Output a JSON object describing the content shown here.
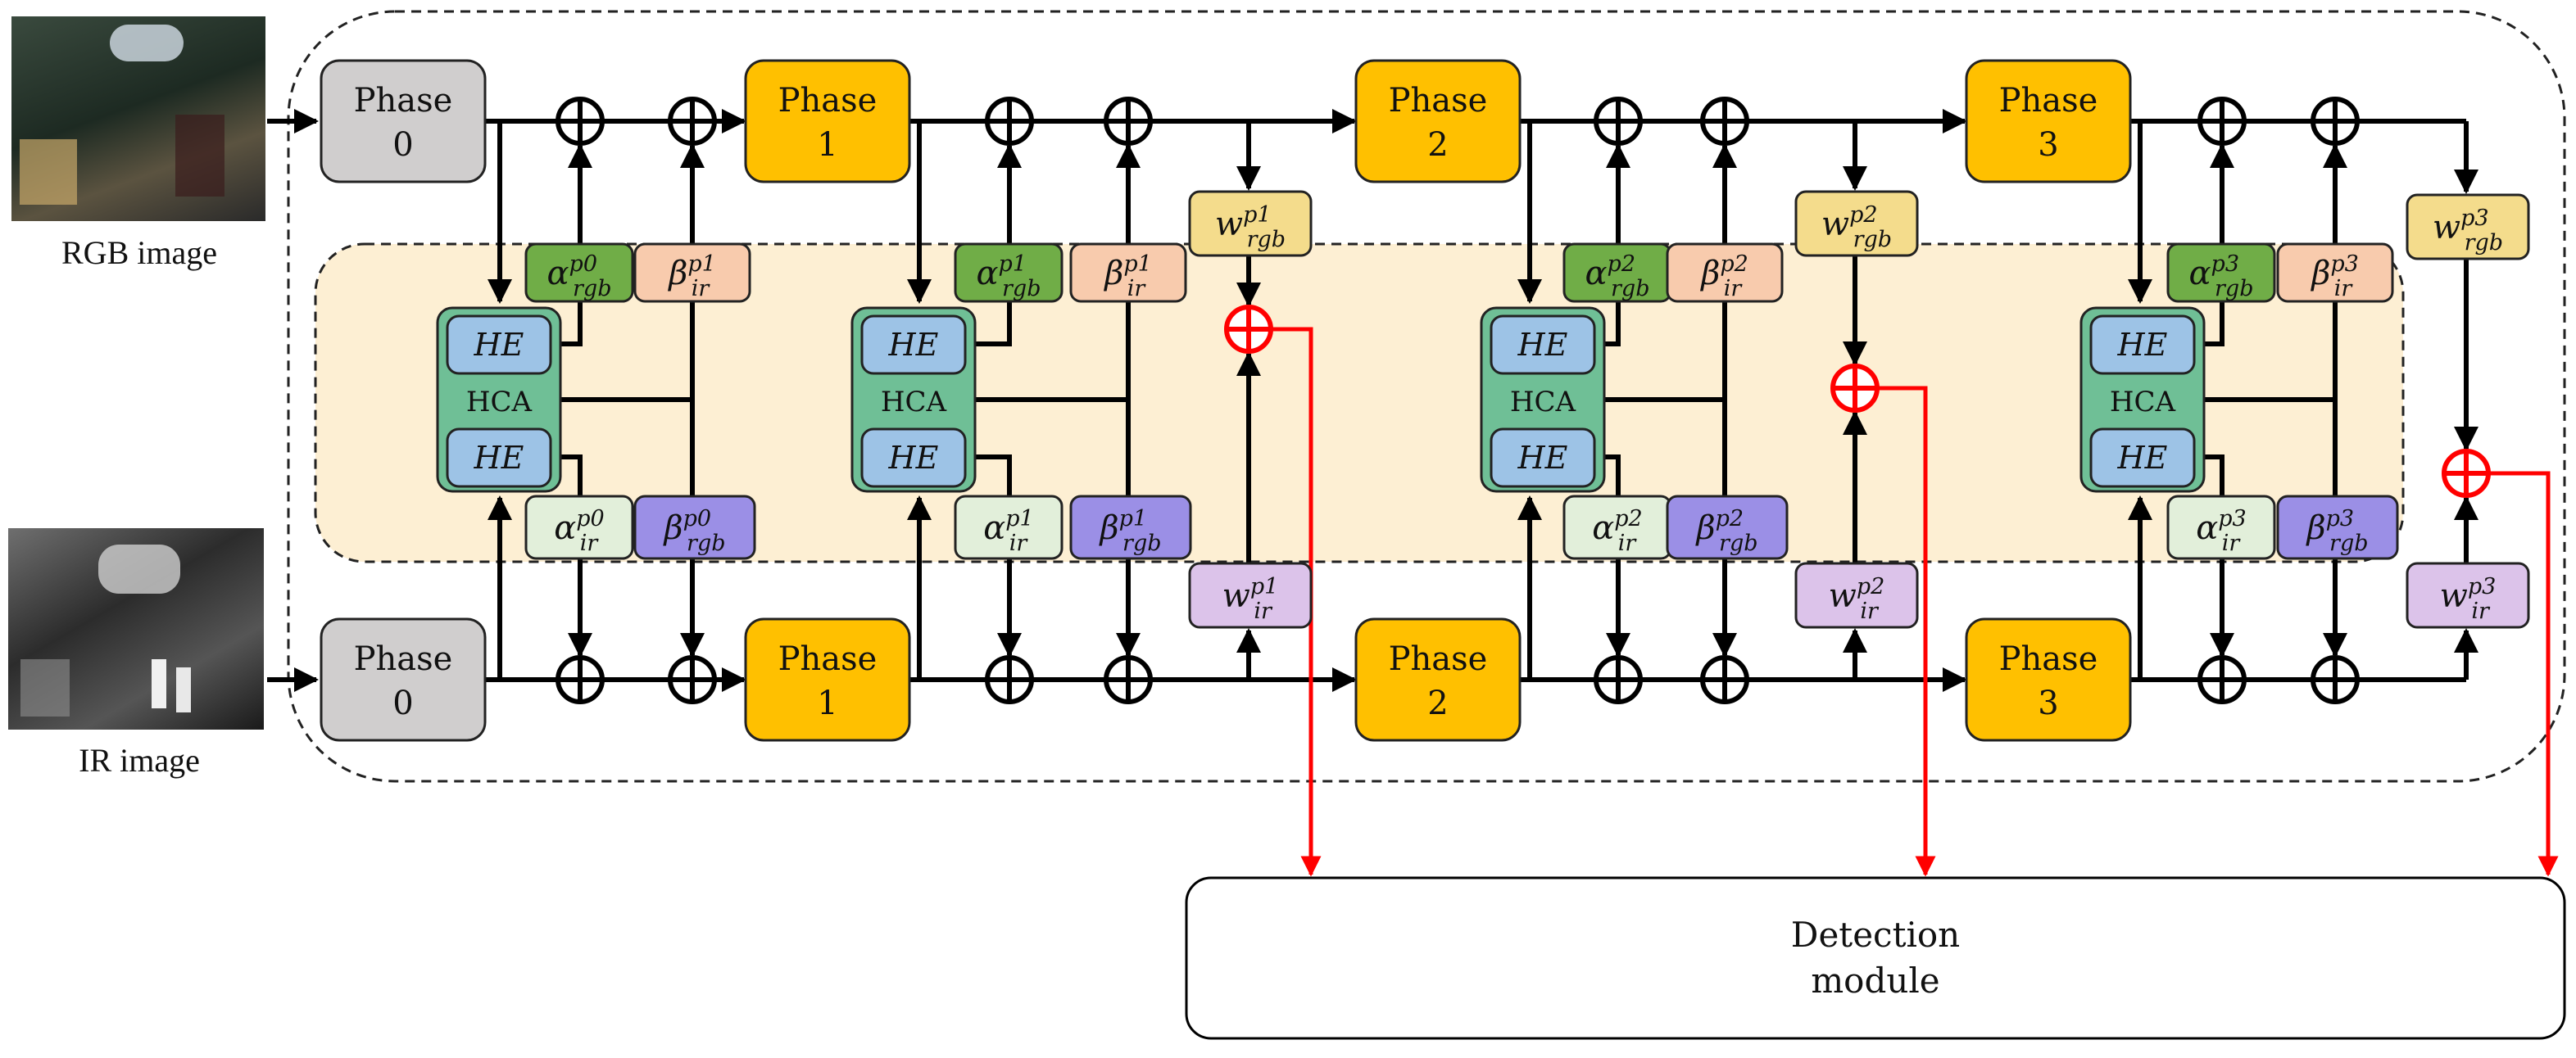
{
  "inputs": {
    "rgb_caption": "RGB image",
    "ir_caption": "IR image"
  },
  "phases": {
    "word": "Phase",
    "p0": "0",
    "p1": "1",
    "p2": "2",
    "p3": "3"
  },
  "hca": {
    "label": "HCA",
    "he": "HE"
  },
  "coefficients": {
    "alpha": "α",
    "beta": "β",
    "w": "w",
    "rgb": "rgb",
    "ir": "ir",
    "p0": "p0",
    "p1": "p1",
    "p2": "p2",
    "p3": "p3"
  },
  "detection": {
    "line1": "Detection",
    "line2": "module"
  },
  "colors": {
    "phase0": "#d0cece",
    "phase_n": "#ffc000",
    "hca_band": "#fdefd3",
    "hca_block": "#6fbf96",
    "he_block": "#9dc3e6",
    "alpha_rgb": "#70ad47",
    "beta_ir": "#f8cbad",
    "alpha_ir": "#e2efda",
    "beta_rgb": "#9b8fe6",
    "w_rgb": "#f4dc8c",
    "w_ir": "#dcc3ea",
    "fusion": "#ff0000"
  }
}
